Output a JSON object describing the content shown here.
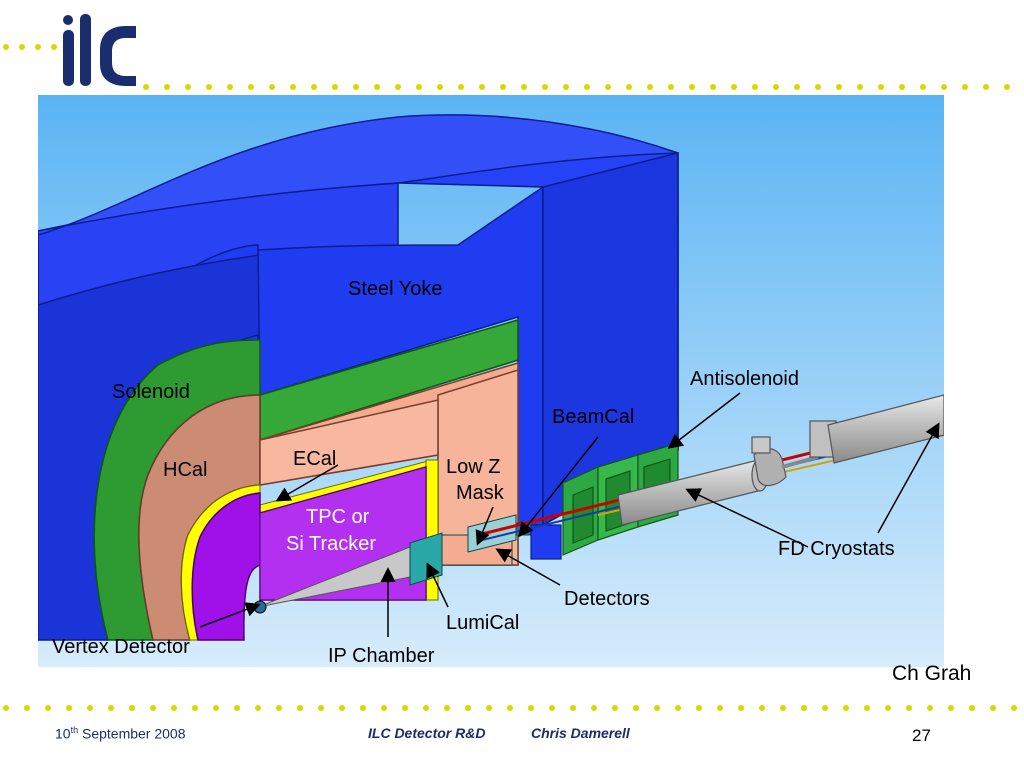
{
  "logo": {
    "text": "ilc"
  },
  "diagram": {
    "labels": {
      "steel_yoke": "Steel Yoke",
      "solenoid": "Solenoid",
      "hcal": "HCal",
      "ecal": "ECal",
      "tpc_line1": "TPC or",
      "tpc_line2": "Si Tracker",
      "low_z_line1": "Low Z",
      "low_z_line2": "Mask",
      "beamcal": "BeamCal",
      "antisolenoid": "Antisolenoid",
      "fd_cryostats": "FD Cryostats",
      "detectors": "Detectors",
      "lumical": "LumiCal",
      "vertex_detector": "Vertex Detector",
      "ip_chamber": "IP Chamber"
    }
  },
  "credit": "Ch Grah",
  "footer": {
    "date_day": "10",
    "date_suffix": "th",
    "date_rest": " September 2008",
    "title": "ILC Detector R&D",
    "author": "Chris Damerell",
    "page": "27"
  },
  "colors": {
    "dots": "#d8d800",
    "logo": "#1a2e6e",
    "yoke": "#1f3cf0",
    "solenoid": "#2e9a32",
    "hcal": "#cc8c74",
    "calorimeter": "#f4ab90",
    "tpc": "#a010e8",
    "ecal": "#ffff00",
    "beamcal": "#2ea844",
    "background_sky": "#5ab4f4"
  }
}
